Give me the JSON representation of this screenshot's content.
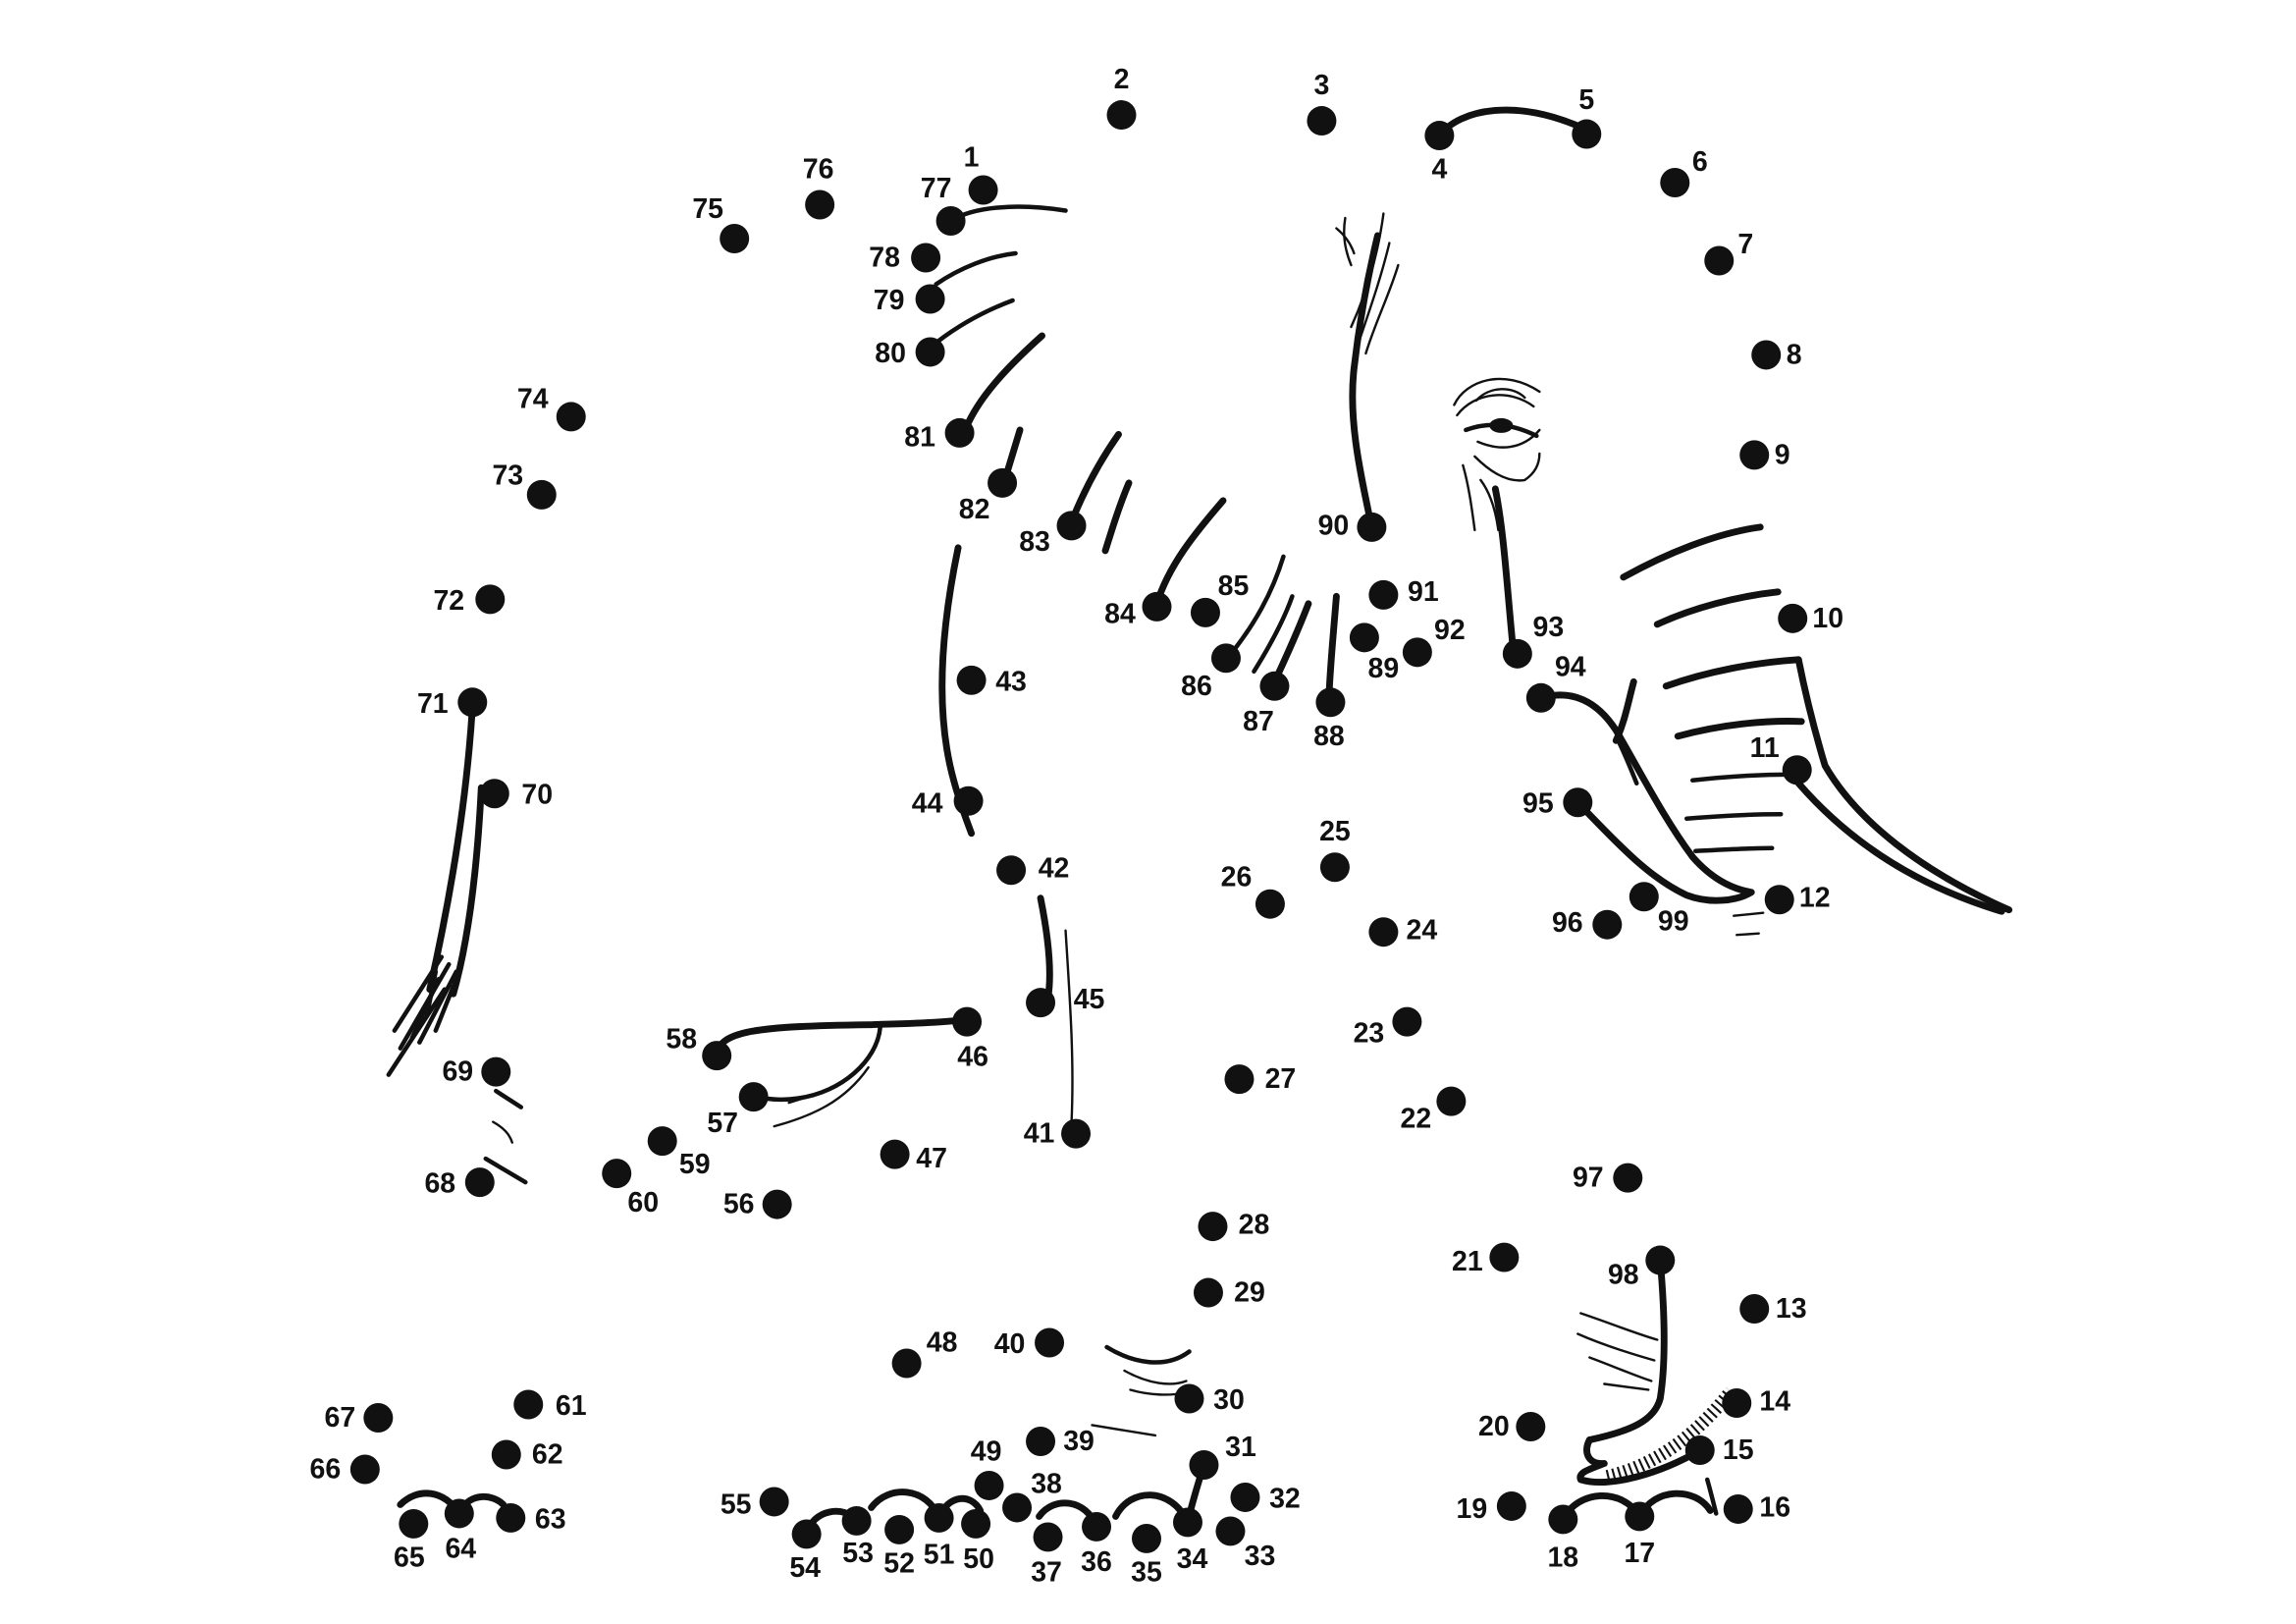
{
  "colors": {
    "ink": "#111111",
    "background": "#ffffff"
  },
  "dots": [
    "1",
    "2",
    "3",
    "4",
    "5",
    "6",
    "7",
    "8",
    "9",
    "10",
    "11",
    "12",
    "13",
    "14",
    "15",
    "16",
    "17",
    "18",
    "19",
    "20",
    "21",
    "22",
    "23",
    "24",
    "25",
    "26",
    "27",
    "28",
    "29",
    "30",
    "31",
    "32",
    "33",
    "34",
    "35",
    "36",
    "37",
    "38",
    "39",
    "40",
    "41",
    "42",
    "43",
    "44",
    "45",
    "46",
    "47",
    "48",
    "49",
    "50",
    "51",
    "52",
    "53",
    "54",
    "55",
    "56",
    "57",
    "58",
    "59",
    "60",
    "61",
    "62",
    "63",
    "64",
    "65",
    "66",
    "67",
    "68",
    "69",
    "70",
    "71",
    "72",
    "73",
    "74",
    "75",
    "76",
    "77",
    "78",
    "79",
    "80",
    "81",
    "82",
    "83",
    "84",
    "85",
    "86",
    "87",
    "88",
    "89",
    "90",
    "91",
    "92",
    "93",
    "94",
    "95",
    "96",
    "97",
    "98",
    "99"
  ]
}
